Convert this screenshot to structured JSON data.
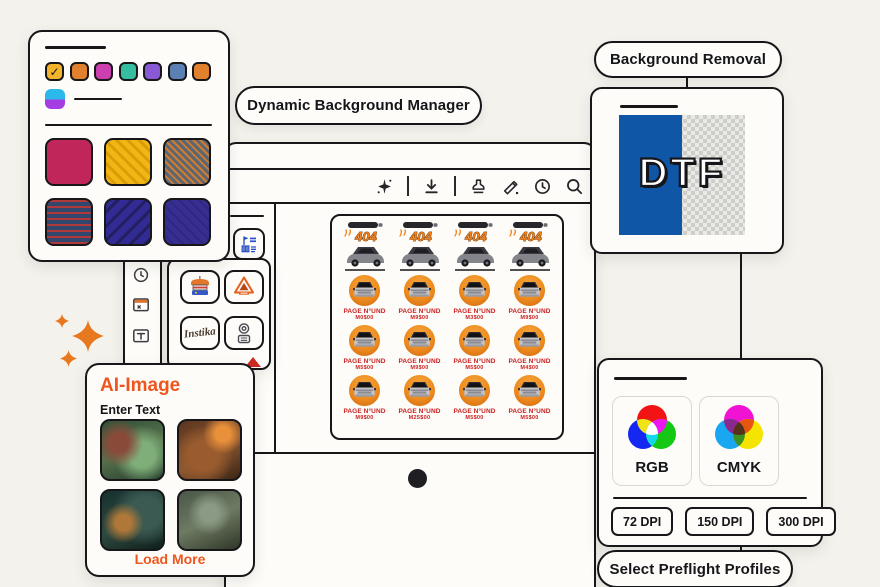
{
  "pills": {
    "dynamic_background": "Dynamic Background Manager",
    "background_removal": "Background Removal",
    "preflight": "Select Preflight Profiles"
  },
  "palette": {
    "chips": [
      {
        "color": "#f3b32b",
        "selected": true
      },
      {
        "color": "#e2812d",
        "selected": false
      },
      {
        "color": "#cb3fb1",
        "selected": false
      },
      {
        "color": "#35bfa0",
        "selected": false
      },
      {
        "color": "#8a5ad6",
        "selected": false
      },
      {
        "color": "#5c80b4",
        "selected": false
      },
      {
        "color": "#e2812d",
        "selected": false
      }
    ],
    "gradient_chip": {
      "css": "linear-gradient(180deg,#2ab9ea 0 52%,#a43ee2 52% 100%)"
    },
    "swatches": [
      {
        "name": "crimson",
        "css": "#c1265a"
      },
      {
        "name": "yellow-diagonal",
        "css": "repeating-linear-gradient(45deg,#f2b614 0 5px,#d89d07 5px 8px)"
      },
      {
        "name": "orange-gray-diagonal",
        "css": "repeating-linear-gradient(45deg,#cf7c2e 0 2px,#5d6673 2px 5px)"
      },
      {
        "name": "blue-red-stripes",
        "css": "repeating-linear-gradient(180deg,#b03a3a 0 2px,#32476e 2px 6px)"
      },
      {
        "name": "indigo-weave",
        "css": "repeating-linear-gradient(135deg,#332b94 0 7px,#251e61 7px 10px)"
      },
      {
        "name": "indigo",
        "css": "repeating-linear-gradient(45deg,#372e91 0 5px,#2f2780 5px 7px)"
      }
    ]
  },
  "editor": {
    "toolbar_icons": [
      "magic-wand",
      "download",
      "stamp",
      "pen",
      "history",
      "search"
    ],
    "sidebar_icons": [
      "history",
      "artboard",
      "text"
    ],
    "sheet": {
      "cars": [
        {
          "label": "404"
        },
        {
          "label": "404"
        },
        {
          "label": "404"
        },
        {
          "label": "404"
        }
      ],
      "badges": [
        {
          "caption": "PAGE N°UND",
          "price": "M0$00"
        },
        {
          "caption": "PAGE N°UND",
          "price": "M9$00"
        },
        {
          "caption": "PAGE N°UND",
          "price": "M3$00"
        },
        {
          "caption": "PAGE N°UND",
          "price": "M9$00"
        },
        {
          "caption": "PAGE N°UND",
          "price": "M5$00"
        },
        {
          "caption": "PAGE N°UND",
          "price": "M9$00"
        },
        {
          "caption": "PAGE N°UND",
          "price": "M5$00"
        },
        {
          "caption": "PAGE N°UND",
          "price": "M4$00"
        },
        {
          "caption": "PAGE N°UND",
          "price": "M9$00"
        },
        {
          "caption": "PAGE N°UND",
          "price": "M25$00"
        },
        {
          "caption": "PAGE N°UND",
          "price": "M5$00"
        },
        {
          "caption": "PAGE N°UND",
          "price": "M5$00"
        }
      ]
    }
  },
  "stickers": {
    "instika_label": "Instika"
  },
  "dtf": {
    "label": "DTF",
    "blue": "#0f56a7"
  },
  "ai_panel": {
    "title": "AI-Image",
    "subtitle": "Enter Text",
    "load_more": "Load More",
    "thumbs": [
      {
        "css": "radial-gradient(circle at 28% 38%, #8a4a3a 0 16%, rgba(0,0,0,0) 42%), radial-gradient(circle at 66% 58%, #7fae7a 0 24%, rgba(0,0,0,0) 56%), linear-gradient(160deg,#2f4f38,#56714c 50%,#243b2c)"
      },
      {
        "css": "radial-gradient(circle at 72% 22%, #e8903a 0 12%, rgba(0,0,0,0) 32%), radial-gradient(circle at 40% 60%, #9a5c2e 0 28%, rgba(0,0,0,0) 60%), linear-gradient(150deg,#5a3420,#8a5630 55%,#3a2414)"
      },
      {
        "css": "radial-gradient(circle at 35% 55%, #b07838 0 15%, rgba(0,0,0,0) 40%), radial-gradient(circle at 70% 38%, #3a5a52 0 28%, rgba(0,0,0,0) 58%), linear-gradient(160deg,#16302e,#2e4a40 55%,#101f1c)"
      },
      {
        "css": "radial-gradient(circle at 50% 38%, #8a9a84 0 18%, rgba(0,0,0,0) 46%), linear-gradient(155deg,#4a5648,#6e7a62 50%,#2e3628)"
      }
    ]
  },
  "output_panel": {
    "modes": [
      {
        "label": "RGB"
      },
      {
        "label": "CMYK"
      }
    ],
    "dpi_options": [
      {
        "label": "72 DPI"
      },
      {
        "label": "150 DPI"
      },
      {
        "label": "300 DPI"
      }
    ]
  },
  "colors": {
    "accent_orange": "#ee561e",
    "badge_red": "#c81f1f",
    "dtf_blue": "#0f56a7",
    "chip_selected": "#f3b32b"
  }
}
